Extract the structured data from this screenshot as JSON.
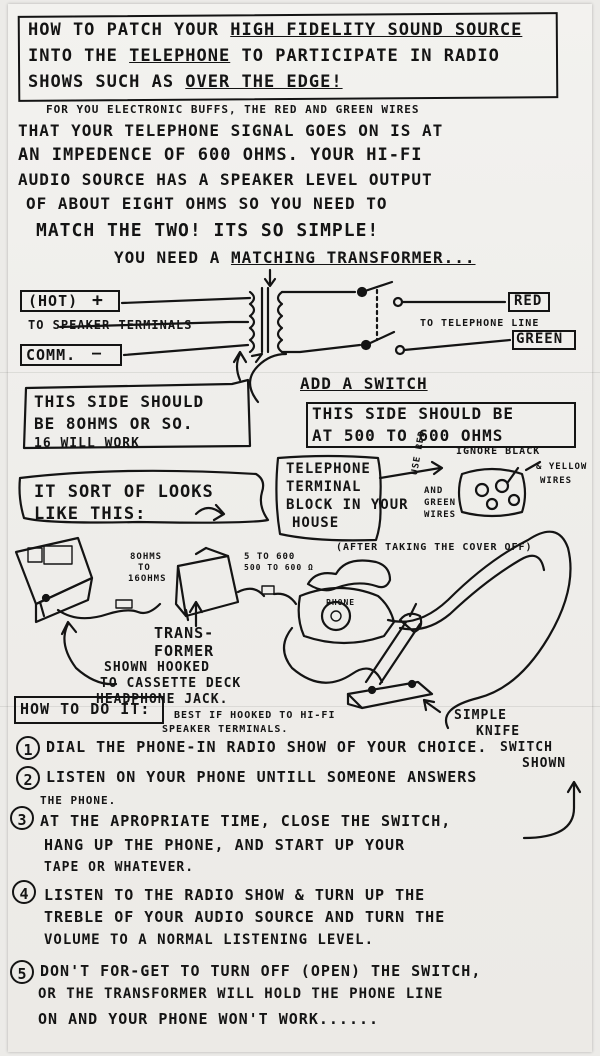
{
  "title": {
    "line1_a": "How to patch your ",
    "line1_b": "high fidelity sound source",
    "line2_a": "into the ",
    "line2_b": "telephone",
    "line2_c": " to participate in radio",
    "line3_a": "shows such as ",
    "line3_b": "over the edge!"
  },
  "intro": {
    "line1": "For you electronic buffs, the red and green wires",
    "line2": "that your telephone signal goes on is at",
    "line3": "an impedence of 600 ohms. Your Hi-Fi",
    "line4": "audio source has a speaker level output",
    "line5": "of about eight ohms so you need to",
    "line6": "match the two! its so simple!",
    "line7_a": "You need a ",
    "line7_b": "matching transformer..."
  },
  "schematic": {
    "hot_label": "(hot)",
    "plus": "+",
    "to_speaker": "to speaker terminals",
    "comm_label": "comm.",
    "minus": "—",
    "to_telephone": "to telephone line",
    "red_label": "red",
    "green_label": "green",
    "add_switch": "add a switch",
    "left_note_1": "This side should",
    "left_note_2": "be 8ohms or so.",
    "left_note_3": "16 will work",
    "right_note_1": "This side should be",
    "right_note_2": "at 500 to 600 ohms"
  },
  "illustration": {
    "looks_like_1": "It sort of looks",
    "looks_like_2": "like this:",
    "terminal_1": "Telephone",
    "terminal_2": "terminal",
    "terminal_3": "block in your",
    "terminal_4": "house",
    "use_wires_1": "use red",
    "use_wires_2": "and",
    "use_wires_3": "green",
    "use_wires_4": "wires",
    "ignore_1": "ignore black",
    "ignore_2": "& yellow",
    "ignore_3": "wires",
    "after_cover": "(after taking the cover off)",
    "ohms_left_1": "8ohms",
    "ohms_left_2": "to",
    "ohms_left_3": "16ohms",
    "ohms_right_1": "5 to 600",
    "ohms_right_2": "500 to 600 Ω",
    "phone_label": "phone",
    "transformer_1": "Trans-",
    "transformer_2": "former",
    "transformer_3": "shown hooked",
    "transformer_4": "to cassette deck",
    "transformer_5": "headphone jack.",
    "best_1": "best if hooked to Hi-Fi",
    "best_2": "speaker terminals.",
    "knife_1": "simple",
    "knife_2": "knife",
    "knife_3": "switch",
    "knife_4": "shown"
  },
  "howto": {
    "heading": "How to do it:",
    "steps": [
      {
        "num": "1",
        "lines": [
          "Dial the phone-in radio show of your choice."
        ]
      },
      {
        "num": "2",
        "lines": [
          "Listen on your phone untill someone answers",
          "the phone."
        ]
      },
      {
        "num": "3",
        "lines": [
          "At the apropriate time, close the switch,",
          "hang up the phone, and start up your",
          "tape or whatever."
        ]
      },
      {
        "num": "4",
        "lines": [
          "Listen to the radio show & turn up the",
          "treble of your audio source and turn the",
          "volume to a normal listening level."
        ]
      },
      {
        "num": "5",
        "lines": [
          "Don't for-get to turn off (open) the switch,",
          "or the transformer will hold the phone line",
          "on and your phone won't work......"
        ]
      }
    ]
  }
}
